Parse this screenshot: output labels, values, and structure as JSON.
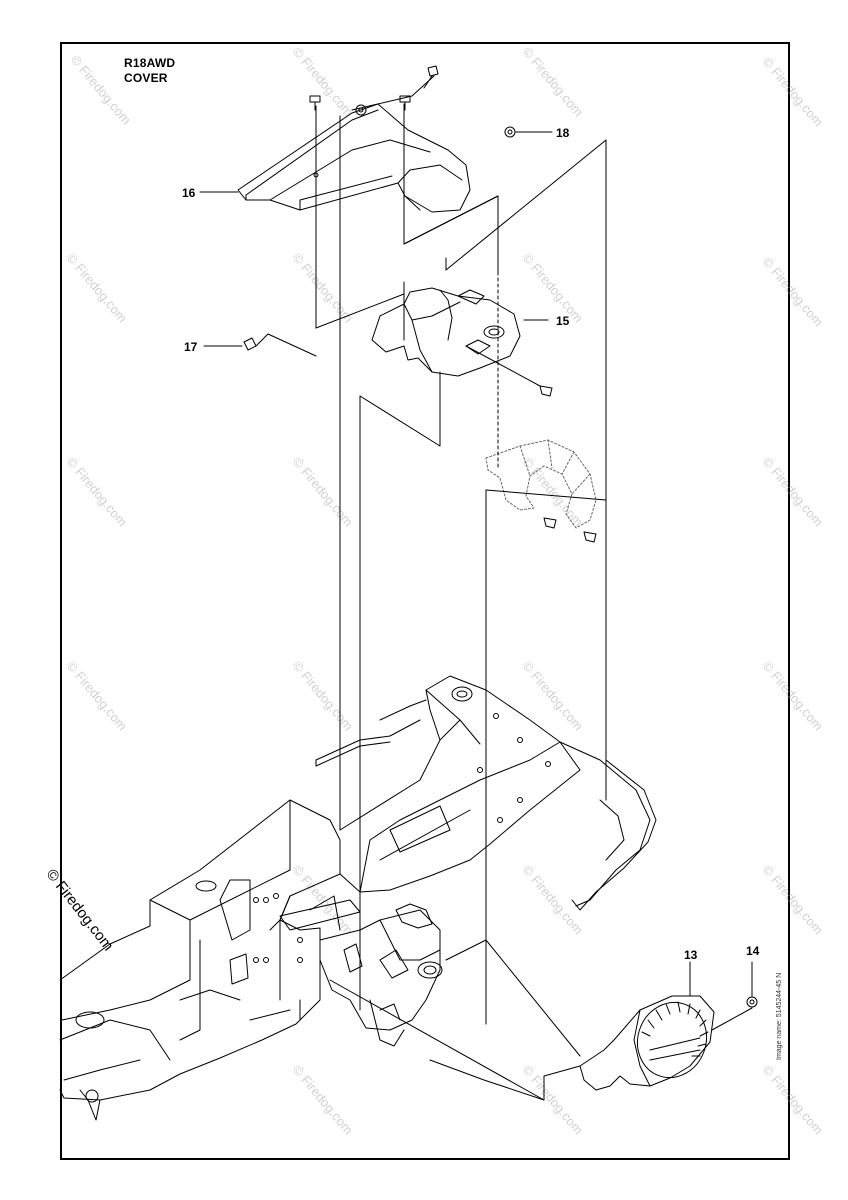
{
  "header": {
    "model": "R18AWD",
    "section": "COVER"
  },
  "callouts": {
    "c13": "13",
    "c14": "14",
    "c15": "15",
    "c16": "16",
    "c17": "17",
    "c18": "18"
  },
  "reference": {
    "image_name": "Image name: 5145244-45 N"
  },
  "watermarks": {
    "main": "© Firedog.com",
    "tile": "© Firedog.com"
  },
  "colors": {
    "line": "#000000",
    "watermark": "#9a9a9a",
    "background": "#ffffff"
  },
  "icons": [
    "screw-icon",
    "nut-icon",
    "clip-icon"
  ]
}
